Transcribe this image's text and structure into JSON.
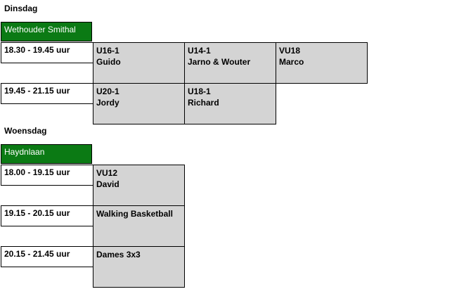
{
  "days": [
    {
      "name": "Dinsdag",
      "location": "Wethouder Smithal",
      "rows": [
        {
          "time": "18.30 - 19.45 uur",
          "slots": [
            {
              "team": "U16-1",
              "coach": "Guido"
            },
            {
              "team": "U14-1",
              "coach": "Jarno & Wouter"
            },
            {
              "team": "VU18",
              "coach": "Marco"
            }
          ]
        },
        {
          "time": "19.45 - 21.15 uur",
          "slots": [
            {
              "team": "U20-1",
              "coach": "Jordy"
            },
            {
              "team": "U18-1",
              "coach": "Richard"
            }
          ]
        }
      ]
    },
    {
      "name": "Woensdag",
      "location": "Haydnlaan",
      "rows": [
        {
          "time": "18.00 - 19.15 uur",
          "slots": [
            {
              "team": "VU12",
              "coach": "David"
            }
          ]
        },
        {
          "time": "19.15 - 20.15 uur",
          "slots": [
            {
              "team": "Walking Basketball",
              "coach": ""
            }
          ]
        },
        {
          "time": "20.15 - 21.45 uur",
          "slots": [
            {
              "team": "Dames 3x3",
              "coach": ""
            }
          ]
        }
      ]
    }
  ]
}
